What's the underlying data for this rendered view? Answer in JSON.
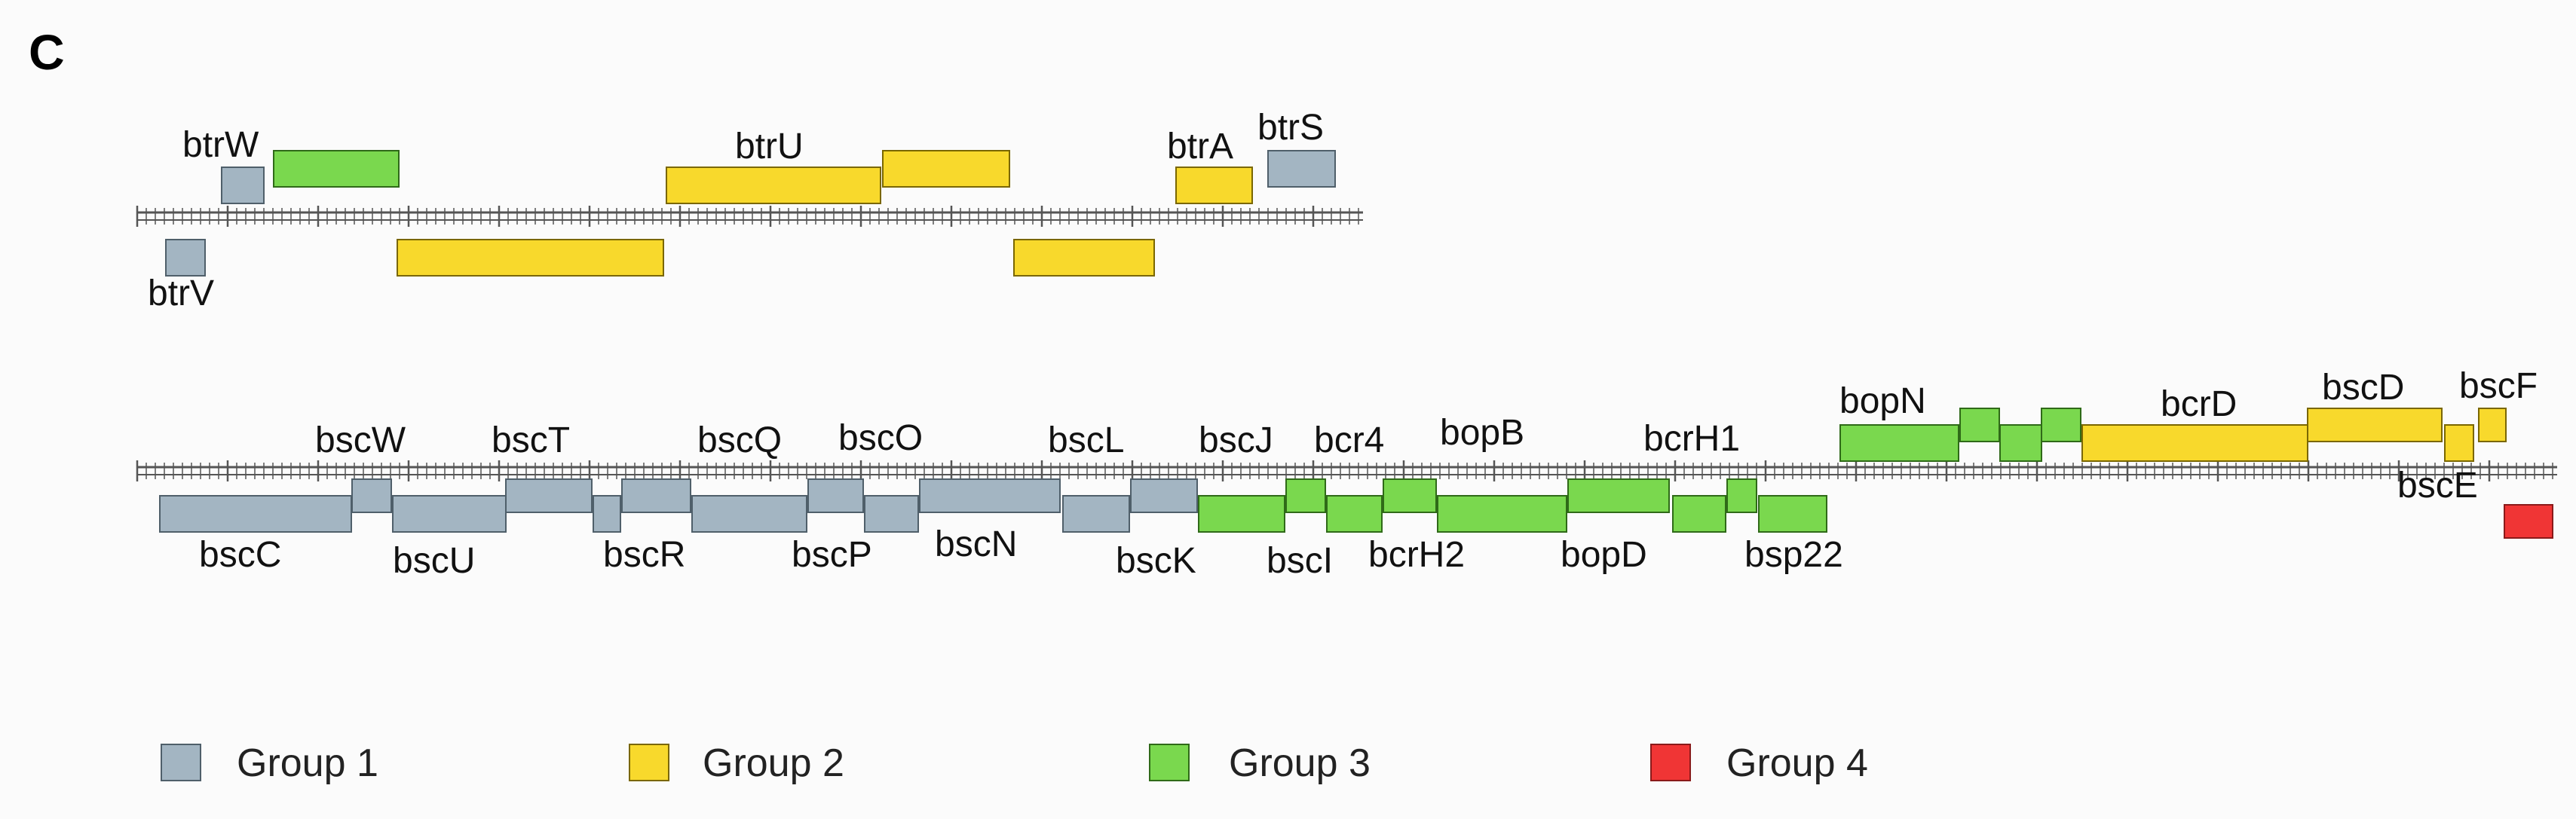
{
  "panel_label": "C",
  "colors": {
    "group1": "#a3b5c2",
    "group2": "#f8d92c",
    "group3": "#7ad84e",
    "group4": "#f03535",
    "group1_stroke": "#4f5f6a",
    "group2_stroke": "#7a6700",
    "group3_stroke": "#2f6a18",
    "group4_stroke": "#8a1a1a",
    "ruler": "#555555",
    "background": "#fbfbfb"
  },
  "legend": [
    {
      "label": "Group 1",
      "group": "group1"
    },
    {
      "label": "Group 2",
      "group": "group2"
    },
    {
      "label": "Group 3",
      "group": "group3"
    },
    {
      "label": "Group 4",
      "group": "group4"
    }
  ],
  "top_track": {
    "labels": [
      {
        "text": "btrW"
      },
      {
        "text": "btrU"
      },
      {
        "text": "btrA"
      },
      {
        "text": "btrS"
      },
      {
        "text": "btrV"
      }
    ]
  },
  "bottom_track": {
    "labels": [
      {
        "text": "bscW"
      },
      {
        "text": "bscT"
      },
      {
        "text": "bscQ"
      },
      {
        "text": "bscO"
      },
      {
        "text": "bscL"
      },
      {
        "text": "bscJ"
      },
      {
        "text": "bcr4"
      },
      {
        "text": "bopB"
      },
      {
        "text": "bcrH1"
      },
      {
        "text": "bopN"
      },
      {
        "text": "bcrD"
      },
      {
        "text": "bscD"
      },
      {
        "text": "bscF"
      },
      {
        "text": "bscC"
      },
      {
        "text": "bscU"
      },
      {
        "text": "bscR"
      },
      {
        "text": "bscP"
      },
      {
        "text": "bscN"
      },
      {
        "text": "bscK"
      },
      {
        "text": "bscI"
      },
      {
        "text": "bcrH2"
      },
      {
        "text": "bopD"
      },
      {
        "text": "bsp22"
      },
      {
        "text": "bscE"
      }
    ]
  }
}
